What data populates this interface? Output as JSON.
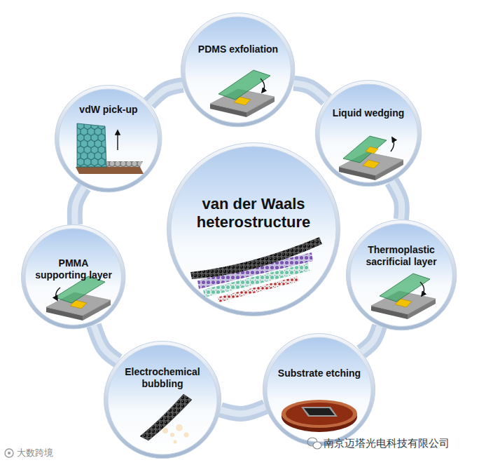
{
  "diagram": {
    "nodes": [
      {
        "text": [
          "van der Waals heterostructure"
        ]
      },
      {
        "text": [
          "PDMS exfoliation"
        ]
      },
      {
        "text": [
          "Liquid wedging"
        ]
      },
      {
        "text": [
          "Thermoplastic sacrificial layer"
        ]
      },
      {
        "text": [
          "Substrate etching"
        ]
      },
      {
        "text": [
          "Electrochemical bubbling"
        ]
      },
      {
        "text": [
          "PMMA supporting layer"
        ]
      },
      {
        "text": [
          "vdW pick-up"
        ]
      }
    ],
    "edges": [
      {
        "from": 1,
        "to": 2,
        "arrow": "none"
      },
      {
        "from": 2,
        "to": 3,
        "arrow": "none"
      },
      {
        "from": 3,
        "to": 4,
        "arrow": "none"
      },
      {
        "from": 4,
        "to": 5,
        "arrow": "none"
      },
      {
        "from": 5,
        "to": 6,
        "arrow": "none"
      },
      {
        "from": 6,
        "to": 7,
        "arrow": "none"
      },
      {
        "from": 7,
        "to": 1,
        "arrow": "none"
      }
    ],
    "labels": [
      "大数跨境",
      "南京迈塔光电科技有限公司"
    ]
  }
}
